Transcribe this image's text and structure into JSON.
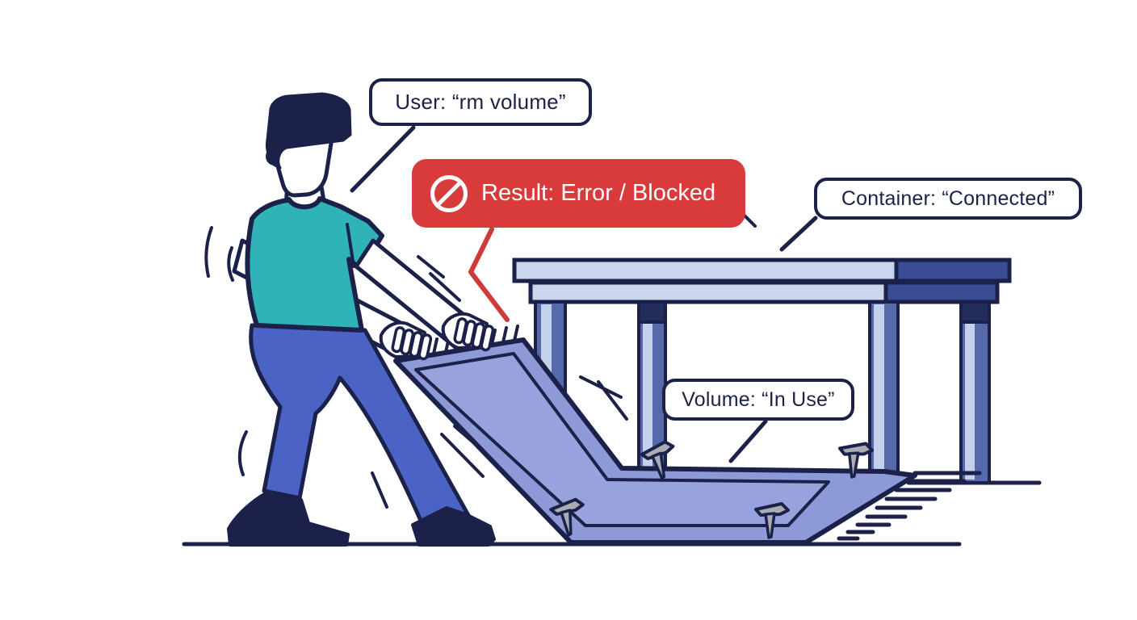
{
  "scene": {
    "user_bubble": {
      "text": "User: “rm volume”"
    },
    "result_banner": {
      "text": "Result: Error / Blocked",
      "icon": "no-entry-icon"
    },
    "container_bubble": {
      "text": "Container: “Connected”"
    },
    "volume_bubble": {
      "text": "Volume: “In Use”"
    },
    "colors": {
      "outline_navy": "#1b2149",
      "error_red": "#d93b3b",
      "shirt_teal": "#2fb3b6",
      "pants_blue": "#4a63c5",
      "rug_periwinkle": "#8e99d8",
      "table_light": "#c9d6ec",
      "table_dark": "#3a4c94",
      "table_leg_blue": "#5569ab",
      "leg_highlight": "#c3d2ea",
      "nail_gray": "#a8adb5",
      "label_background": "#ffffff"
    }
  }
}
